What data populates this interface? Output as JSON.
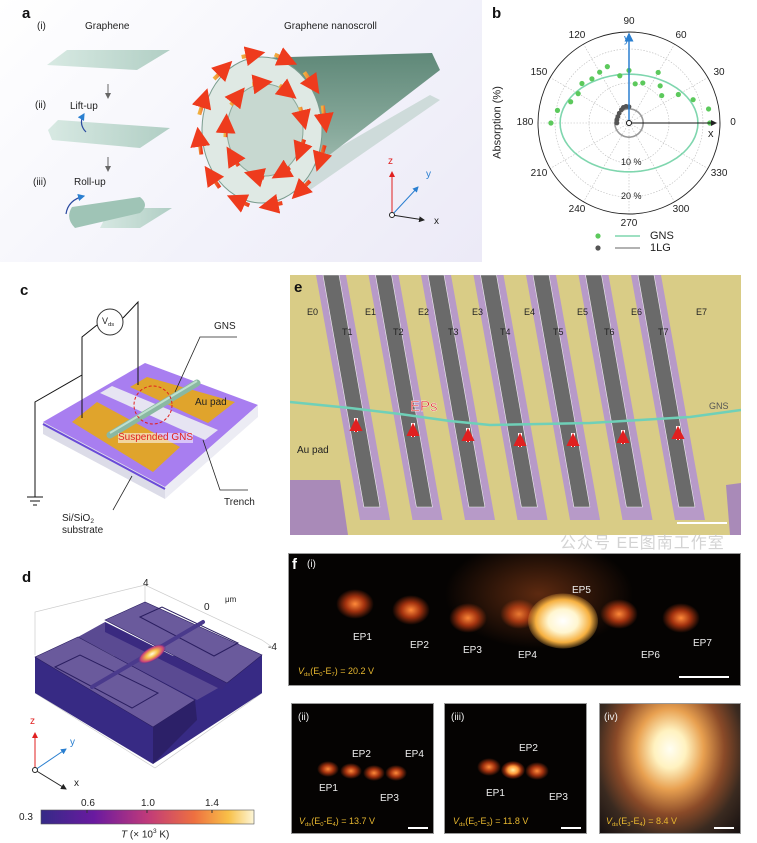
{
  "panels": {
    "a": {
      "letter": "a",
      "step_i": "(i)",
      "step_ii": "(ii)",
      "step_iii": "(iii)",
      "graphene_label": "Graphene",
      "nanoscroll_label": "Graphene nanoscroll",
      "liftup_label": "Lift-up",
      "rollup_label": "Roll-up",
      "axis_x": "x",
      "axis_y": "y",
      "axis_z": "z"
    },
    "b": {
      "letter": "b"
    },
    "c": {
      "letter": "c",
      "vds": "V",
      "vds_sub": "ds",
      "gns_label": "GNS",
      "au_pad_label": "Au pad",
      "suspended_label": "Suspended GNS",
      "trench_label": "Trench",
      "substrate_line1": "Si/SiO",
      "substrate_sub": "2",
      "substrate_line2": "substrate"
    },
    "d": {
      "letter": "d",
      "tick_4": "4",
      "tick_0": "0",
      "tick_m4": "-4",
      "unit": "μm",
      "axis_x": "x",
      "axis_y": "y",
      "axis_z": "z",
      "colorbar": {
        "min_label": "0.3",
        "ticks": [
          "0.6",
          "1.0",
          "1.4"
        ],
        "label_T": "T",
        "label_rest": " (× 10",
        "label_exp": "3",
        "label_end": " K)",
        "range": [
          0.3,
          1.6
        ],
        "colormap": "plasma"
      }
    },
    "e": {
      "letter": "e",
      "electrodes": [
        "E0",
        "E1",
        "E2",
        "E3",
        "E4",
        "E5",
        "E6",
        "E7"
      ],
      "trenches": [
        "T1",
        "T2",
        "T3",
        "T4",
        "T5",
        "T6",
        "T7"
      ],
      "eps_label": "EPs",
      "gns_label": "GNS",
      "au_pad_label": "Au pad"
    },
    "f": {
      "letter": "f",
      "i": {
        "tag": "(i)",
        "eps": [
          "EP1",
          "EP2",
          "EP3",
          "EP4",
          "EP5",
          "EP6",
          "EP7"
        ],
        "vds": {
          "v": "V",
          "sub": "ds",
          "a": "(E",
          "a_sub": "0",
          "b": "-E",
          "b_sub": "7",
          "end": ") = 20.2 V"
        }
      },
      "ii": {
        "tag": "(ii)",
        "eps": [
          "EP1",
          "EP2",
          "EP3",
          "EP4"
        ],
        "vds": {
          "v": "V",
          "sub": "ds",
          "a": "(E",
          "a_sub": "0",
          "b": "-E",
          "b_sub": "4",
          "end": ") = 13.7 V"
        }
      },
      "iii": {
        "tag": "(iii)",
        "eps": [
          "EP1",
          "EP2",
          "EP3"
        ],
        "vds": {
          "v": "V",
          "sub": "ds",
          "a": "(E",
          "a_sub": "0",
          "b": "-E",
          "b_sub": "3",
          "end": ") = 11.8 V"
        }
      },
      "iv": {
        "tag": "(iv)",
        "vds": {
          "v": "V",
          "sub": "ds",
          "a": "(E",
          "a_sub": "3",
          "b": "-E",
          "b_sub": "4",
          "end": ") = 8.4 V"
        }
      }
    }
  },
  "watermark": "公众号  EE图南工作室",
  "chart_data": {
    "type": "polar-scatter",
    "ylabel": "Absorption (%)",
    "angle_ticks": [
      0,
      30,
      60,
      90,
      120,
      150,
      180,
      210,
      240,
      270,
      300,
      330
    ],
    "radial_tick_labels": [
      "10 %",
      "20 %"
    ],
    "radial_ticks": [
      10,
      20
    ],
    "rlim": [
      0,
      25
    ],
    "axis_x_label": "x",
    "axis_y_label": "y",
    "grid": true,
    "legend_placement": "bottom",
    "series": [
      {
        "name": "GNS",
        "color": "#5cc95c",
        "fit_color": "#7fd6ae",
        "points": [
          [
            0,
            22
          ],
          [
            10,
            22
          ],
          [
            20,
            18.3
          ],
          [
            30,
            15
          ],
          [
            40,
            10.8
          ],
          [
            50,
            12.5
          ],
          [
            60,
            15.4
          ],
          [
            71,
            10.7
          ],
          [
            81,
            9.9
          ],
          [
            90,
            13.7
          ],
          [
            101,
            12.4
          ],
          [
            111,
            16
          ],
          [
            120,
            15.5
          ],
          [
            130,
            15.2
          ],
          [
            140,
            16.3
          ],
          [
            150,
            15.5
          ],
          [
            160,
            16.5
          ],
          [
            170,
            19.6
          ],
          [
            180,
            21.2
          ]
        ],
        "fit": {
          "a": 18.5,
          "b": 12.6
        }
      },
      {
        "name": "1LG",
        "color": "#555555",
        "fit_color": "#999999",
        "points": [
          [
            90,
            3.0
          ],
          [
            100,
            3.2
          ],
          [
            110,
            3.1
          ],
          [
            120,
            2.7
          ],
          [
            135,
            2.3
          ],
          [
            150,
            2.0
          ],
          [
            165,
            1.9
          ],
          [
            180,
            1.8
          ]
        ],
        "fit": {
          "a": 2.4,
          "b": 2.4
        }
      }
    ]
  }
}
